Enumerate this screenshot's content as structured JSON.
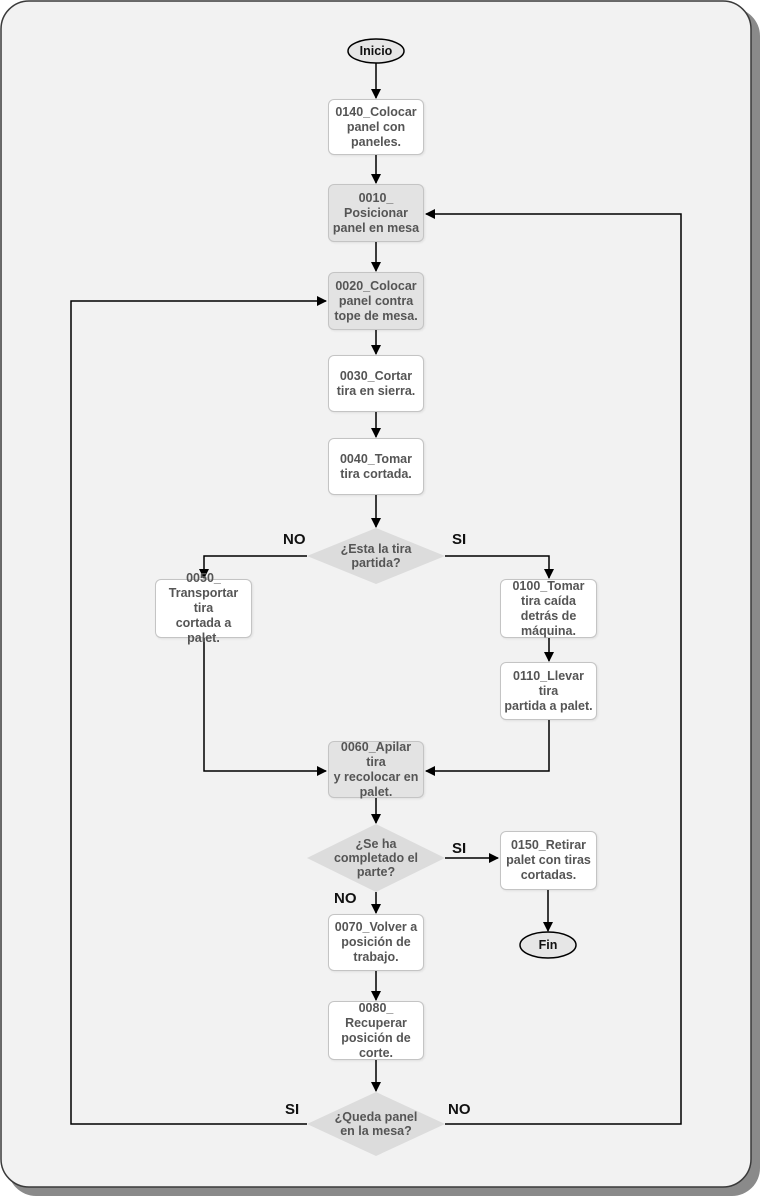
{
  "terminals": {
    "start": "Inicio",
    "end": "Fin"
  },
  "steps": {
    "s0140": "0140_Colocar\npanel con\npaneles.",
    "s0010": "0010_\nPosicionar\npanel en mesa",
    "s0020": "0020_Colocar\npanel contra\ntope de mesa.",
    "s0030": "0030_Cortar\ntira en sierra.",
    "s0040": "0040_Tomar\ntira cortada.",
    "s0050": "0050_\nTransportar tira\ncortada a palet.",
    "s0100": "0100_Tomar\ntira caída\ndetrás de\nmáquina.",
    "s0110": "0110_Llevar tira\npartida a palet.",
    "s0060": "0060_Apilar tira\ny recolocar en\npalet.",
    "s0150": "0150_Retirar\npalet con tiras\ncortadas.",
    "s0070": "0070_Volver a\nposición de\ntrabajo.",
    "s0080": "0080_\nRecuperar\nposición de\ncorte."
  },
  "decisions": {
    "d1": "¿Esta la tira\npartida?",
    "d2": "¿Se ha\ncompletado el\nparte?",
    "d3": "¿Queda panel\nen la mesa?"
  },
  "branch_labels": {
    "d1_no": "NO",
    "d1_si": "SI",
    "d2_si": "SI",
    "d2_no": "NO",
    "d3_si": "SI",
    "d3_no": "NO"
  },
  "colors": {
    "frame_bg": "#f2f2f2",
    "frame_border": "#3a3a3a",
    "shadow": "#8a8a8a",
    "shaded_box": "#e3e3e3",
    "decision_fill": "#dcdcdc",
    "terminal_fill": "#e6e6e6",
    "line": "#000000"
  }
}
